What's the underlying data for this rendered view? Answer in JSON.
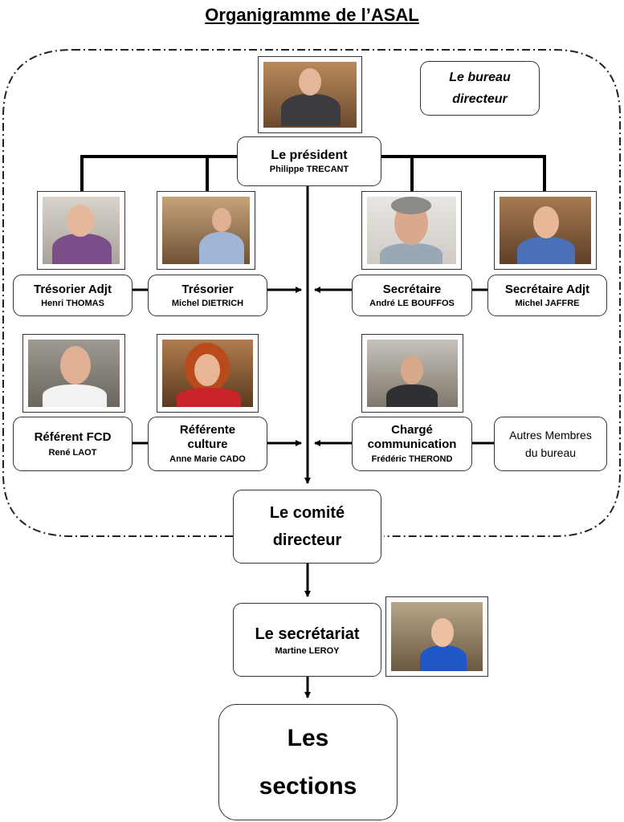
{
  "title": "Organigramme de l’ASAL",
  "bureau_label": "Le bureau directeur",
  "president": {
    "role": "Le président",
    "name": "Philippe TRECANT"
  },
  "members": [
    {
      "id": "tresorier-adjt",
      "role": "Trésorier Adjt",
      "name": "Henri THOMAS"
    },
    {
      "id": "tresorier",
      "role": "Trésorier",
      "name": "Michel DIETRICH"
    },
    {
      "id": "secretaire",
      "role": "Secrétaire",
      "name": "André LE BOUFFOS"
    },
    {
      "id": "secretaire-adjt",
      "role": "Secrétaire Adjt",
      "name": "Michel JAFFRE"
    },
    {
      "id": "referent-fcd",
      "role": "Référent FCD",
      "name": "René LAOT"
    },
    {
      "id": "referente-culture",
      "role": "Référente culture",
      "name": "Anne Marie CADO"
    },
    {
      "id": "charge-communication",
      "role": "Chargé communication",
      "name": "Frédéric THEROND"
    }
  ],
  "autres_membres": "Autres Membres du bureau",
  "comite": "Le comité directeur",
  "secretariat": {
    "role": "Le secrétariat",
    "name": "Martine LEROY"
  },
  "sections": "Les sections"
}
